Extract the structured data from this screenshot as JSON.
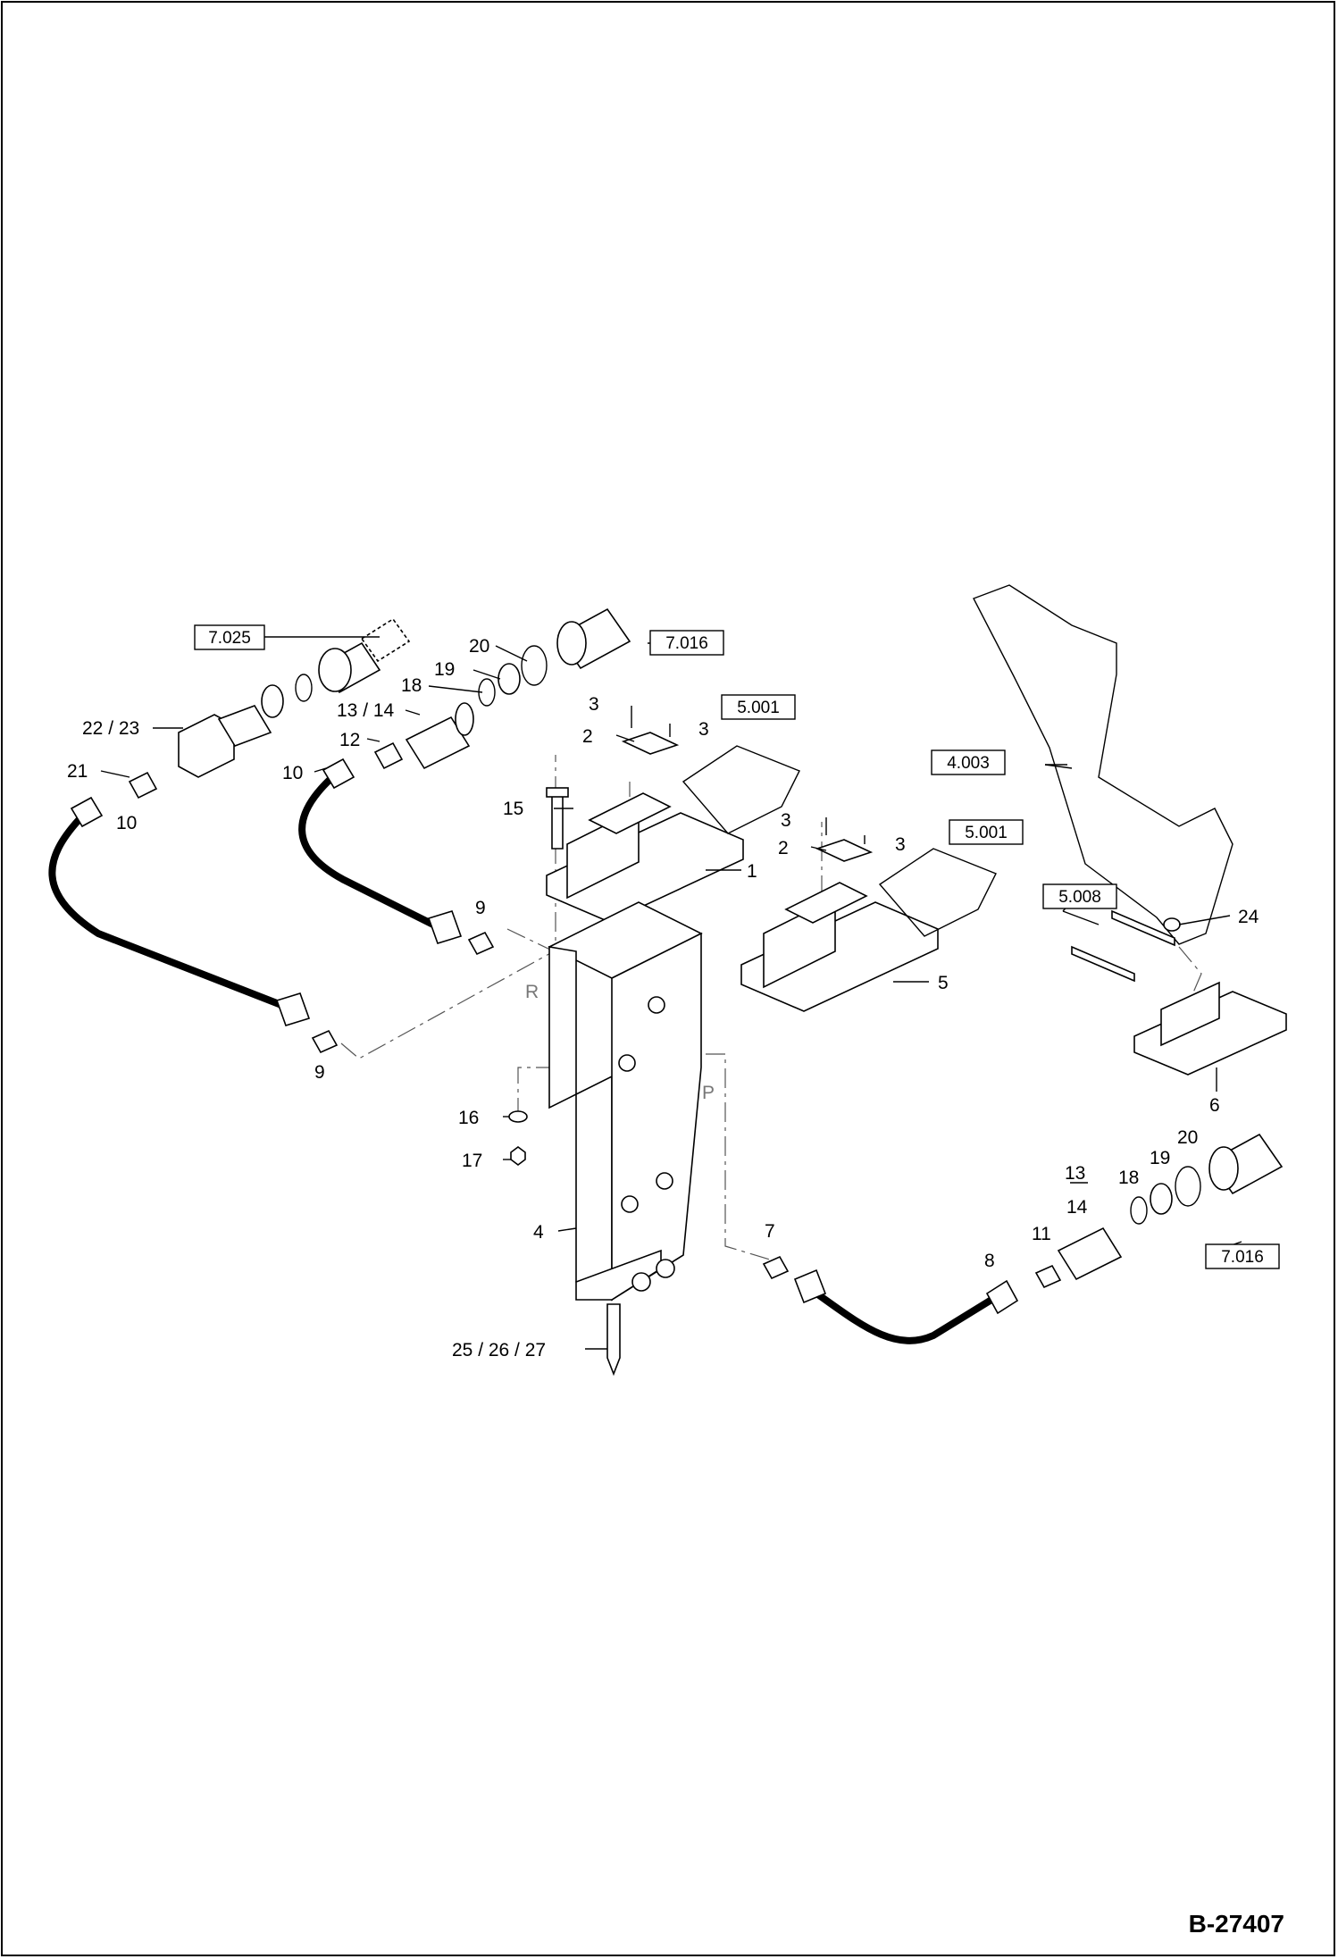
{
  "drawing_code": "B-27407",
  "port_labels": {
    "return": "R",
    "pressure": "P"
  },
  "ref_boxes": {
    "b7025": "7.025",
    "b7016_top": "7.016",
    "b5001_a": "5.001",
    "b5001_b": "5.001",
    "b4003": "4.003",
    "b5008": "5.008",
    "b7016_bottom": "7.016"
  },
  "callouts": {
    "c20_top": "20",
    "c19_top": "19",
    "c18_top": "18",
    "c13_14_top": "13 / 14",
    "c12": "12",
    "c10_mid": "10",
    "c22_23": "22 / 23",
    "c21": "21",
    "c10_left": "10",
    "c9_mid": "9",
    "c9_left": "9",
    "c3_a1": "3",
    "c3_a2": "3",
    "c2_a": "2",
    "c15": "15",
    "c1": "1",
    "c3_b1": "3",
    "c3_b2": "3",
    "c2_b": "2",
    "c5": "5",
    "c24": "24",
    "c6": "6",
    "c16": "16",
    "c17": "17",
    "c4": "4",
    "c25_26_27": "25 / 26 / 27",
    "c7": "7",
    "c8": "8",
    "c11": "11",
    "c13_bottom": "13",
    "c14_bottom": "14",
    "c18_bottom": "18",
    "c19_bottom": "19",
    "c20_bottom": "20"
  }
}
